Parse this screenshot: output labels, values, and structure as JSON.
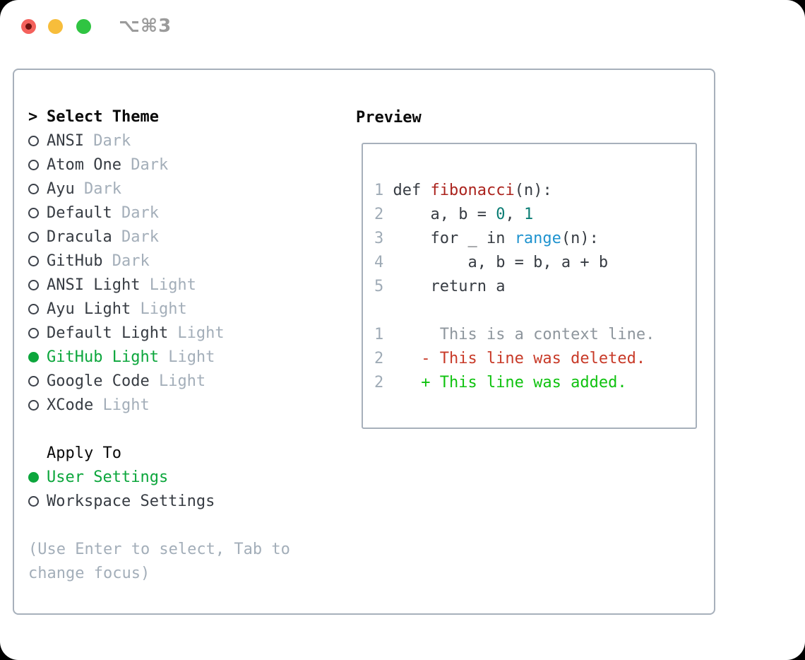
{
  "window": {
    "title_shortcut": "⌥⌘3"
  },
  "colors": {
    "selected_green": "#0ca63c",
    "added_green": "#0fc20f",
    "deleted_red": "#c83a28",
    "function_red": "#ab231d",
    "builtin_blue": "#1f93cf",
    "number_teal": "#0b7d74",
    "muted_gray": "#a3aeb9",
    "panel_border": "#a7b0bb",
    "traffic_red": "#f4615c",
    "traffic_yellow": "#f7bd3b",
    "traffic_green": "#30c442"
  },
  "theme_picker": {
    "prompt": ">",
    "title": "Select Theme",
    "themes": [
      {
        "name": "ANSI",
        "variant": "Dark",
        "selected": false
      },
      {
        "name": "Atom One",
        "variant": "Dark",
        "selected": false
      },
      {
        "name": "Ayu",
        "variant": "Dark",
        "selected": false
      },
      {
        "name": "Default",
        "variant": "Dark",
        "selected": false
      },
      {
        "name": "Dracula",
        "variant": "Dark",
        "selected": false
      },
      {
        "name": "GitHub",
        "variant": "Dark",
        "selected": false
      },
      {
        "name": "ANSI Light",
        "variant": "Light",
        "selected": false
      },
      {
        "name": "Ayu Light",
        "variant": "Light",
        "selected": false
      },
      {
        "name": "Default Light",
        "variant": "Light",
        "selected": false
      },
      {
        "name": "GitHub Light",
        "variant": "Light",
        "selected": true
      },
      {
        "name": "Google Code",
        "variant": "Light",
        "selected": false
      },
      {
        "name": "XCode",
        "variant": "Light",
        "selected": false
      }
    ],
    "apply_to": {
      "title": "Apply To",
      "options": [
        {
          "label": "User Settings",
          "selected": true
        },
        {
          "label": "Workspace Settings",
          "selected": false
        }
      ]
    },
    "help_lines": [
      "(Use Enter to select, Tab to",
      "change focus)"
    ]
  },
  "preview": {
    "title": "Preview",
    "lines": [
      [
        [
          "1",
          "num"
        ],
        [
          " def ",
          "plain"
        ],
        [
          "fibonacci",
          "func"
        ],
        [
          "(n):",
          "plain"
        ]
      ],
      [
        [
          "2",
          "num"
        ],
        [
          "     a, b = ",
          "plain"
        ],
        [
          "0",
          "lit"
        ],
        [
          ", ",
          "plain"
        ],
        [
          "1",
          "lit"
        ]
      ],
      [
        [
          "3",
          "num"
        ],
        [
          "     for _ in ",
          "plain"
        ],
        [
          "range",
          "builtin"
        ],
        [
          "(n):",
          "plain"
        ]
      ],
      [
        [
          "4",
          "num"
        ],
        [
          "         a, b = b, a + b",
          "plain"
        ]
      ],
      [
        [
          "5",
          "num"
        ],
        [
          "     return a",
          "plain"
        ]
      ],
      [],
      [
        [
          "1",
          "num"
        ],
        [
          "      This is a context line.",
          "context"
        ]
      ],
      [
        [
          "2",
          "num"
        ],
        [
          "    - This line was deleted.",
          "deleted"
        ]
      ],
      [
        [
          "2",
          "num"
        ],
        [
          "    + This line was added.",
          "added"
        ]
      ]
    ]
  }
}
